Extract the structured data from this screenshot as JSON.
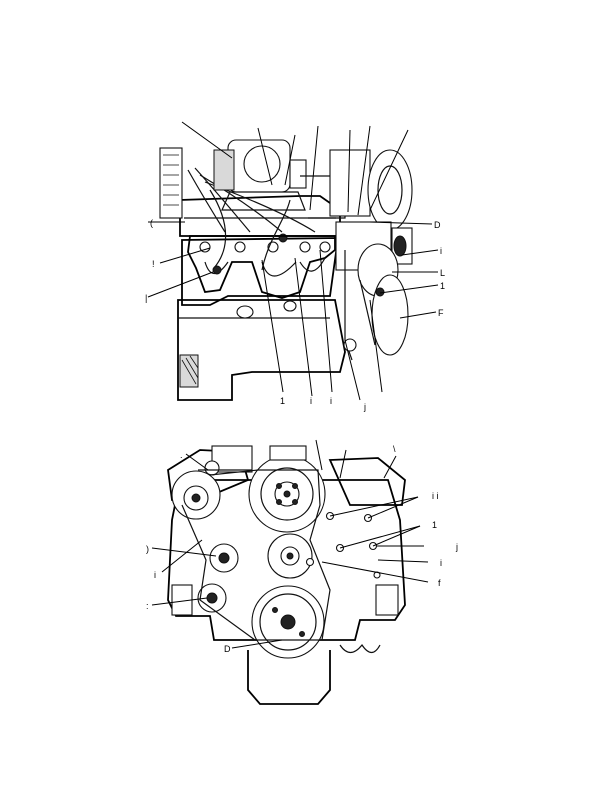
{
  "figure": {
    "top_view": {
      "name": "engine-right-side-view",
      "callouts": [
        {
          "id": "c1",
          "text": "("
        },
        {
          "id": "c2",
          "text": "!"
        },
        {
          "id": "c3",
          "text": "|"
        },
        {
          "id": "c4",
          "text": "D"
        },
        {
          "id": "c5",
          "text": "i"
        },
        {
          "id": "c6",
          "text": "L"
        },
        {
          "id": "c7",
          "text": "1"
        },
        {
          "id": "c8",
          "text": "F"
        }
      ],
      "bottom_labels": [
        {
          "id": "b1",
          "text": "1"
        },
        {
          "id": "b2",
          "text": "i"
        },
        {
          "id": "b3",
          "text": "i"
        },
        {
          "id": "b4",
          "text": "j"
        }
      ]
    },
    "bottom_view": {
      "name": "engine-front-view",
      "callouts": [
        {
          "id": "d1",
          "text": "."
        },
        {
          "id": "d2",
          "text": "\\"
        },
        {
          "id": "d3",
          "text": "i  i"
        },
        {
          "id": "d4",
          "text": "1"
        },
        {
          "id": "d5",
          "text": "j"
        },
        {
          "id": "d6",
          "text": "i"
        },
        {
          "id": "d7",
          "text": "f"
        },
        {
          "id": "d8",
          "text": ")"
        },
        {
          "id": "d9",
          "text": "D"
        },
        {
          "id": "d10",
          "text": "i"
        },
        {
          "id": "d11",
          "text": ":"
        }
      ]
    }
  }
}
